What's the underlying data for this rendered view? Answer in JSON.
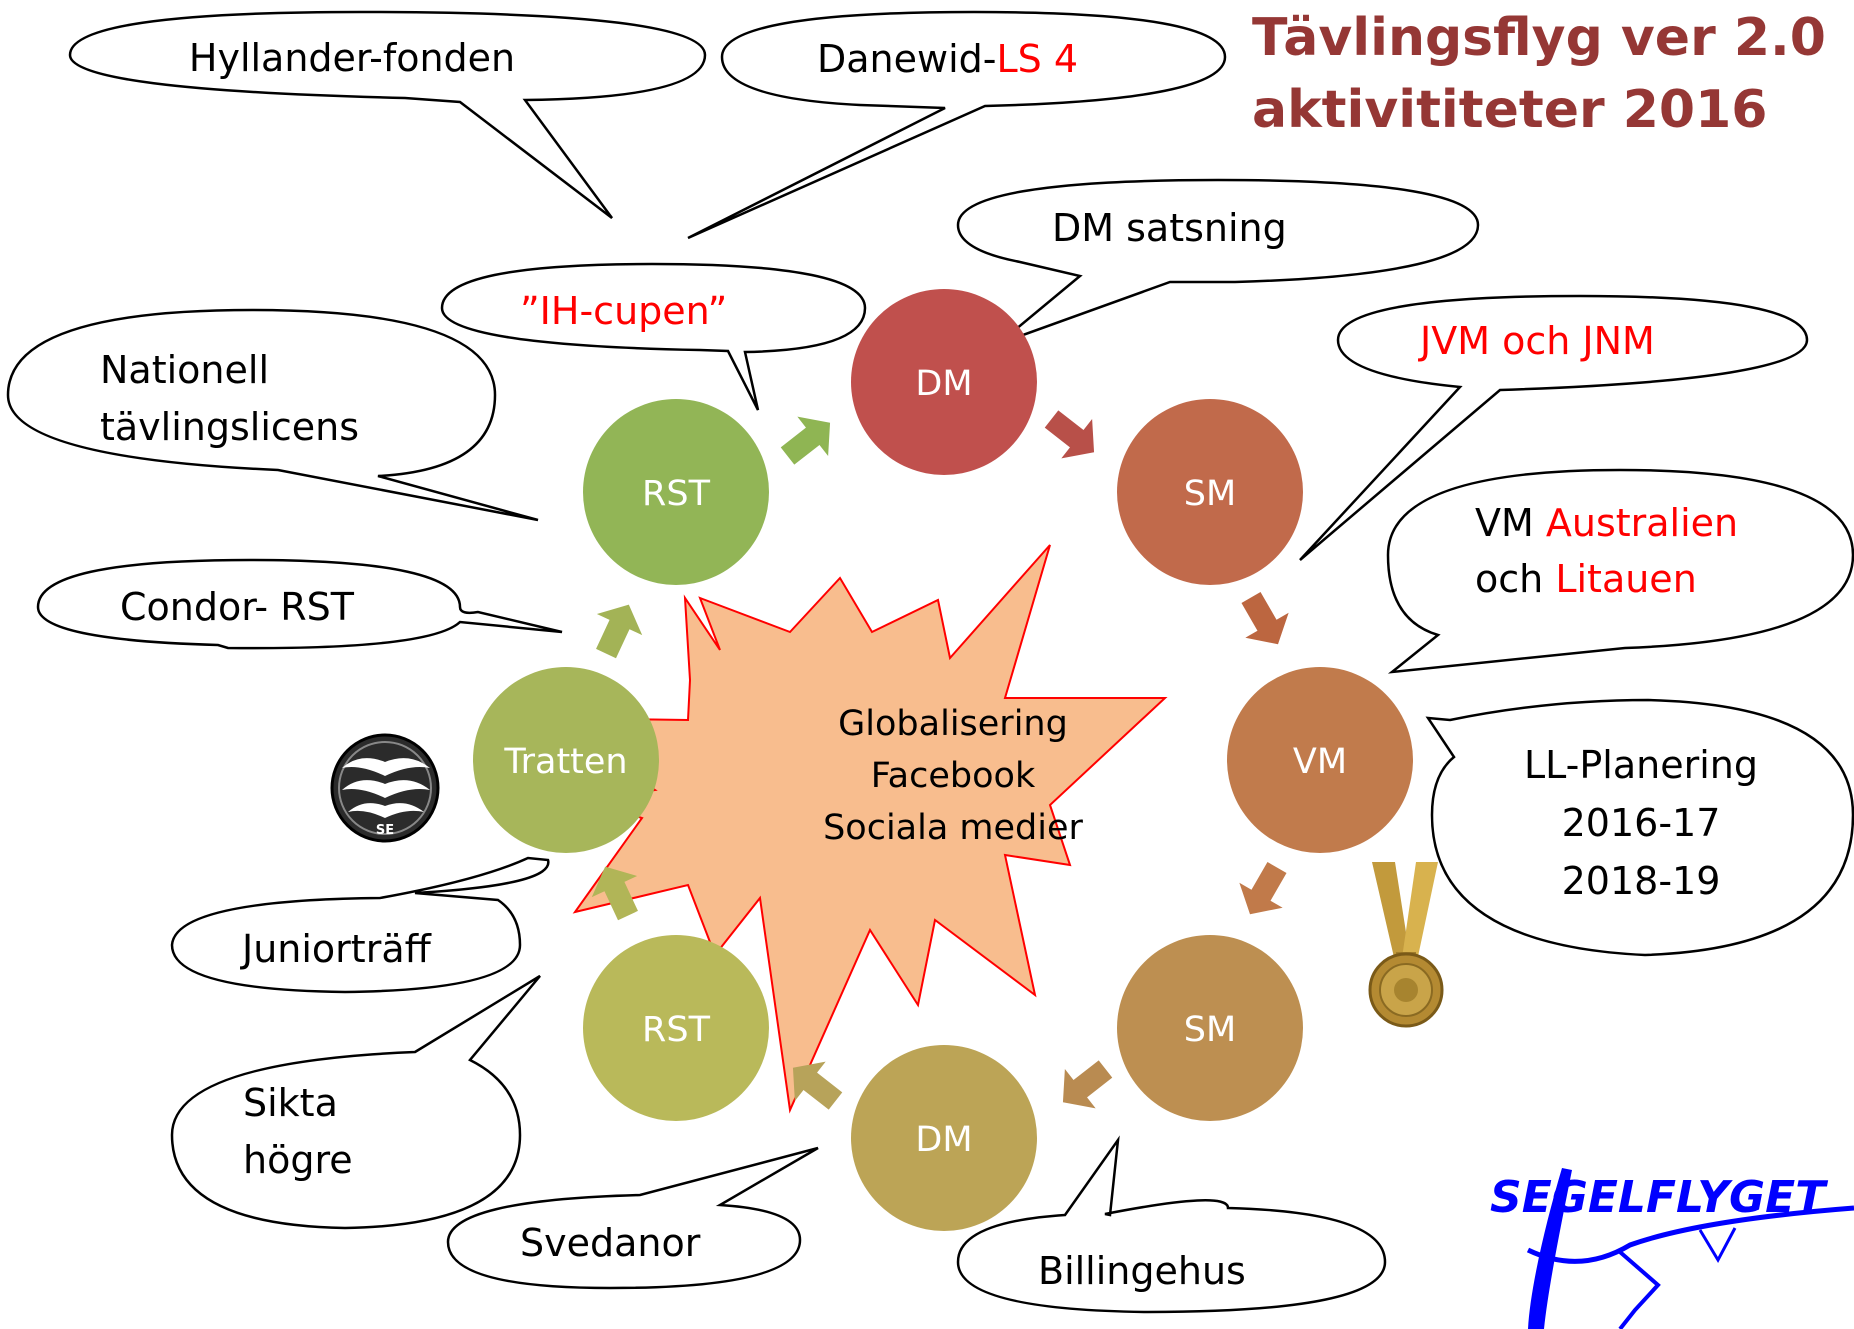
{
  "title": {
    "line1": "Tävlingsflyg ver 2.0",
    "line2": "aktivititeter 2016"
  },
  "cycle_nodes": [
    {
      "label": "DM"
    },
    {
      "label": "SM"
    },
    {
      "label": "VM"
    },
    {
      "label": "SM"
    },
    {
      "label": "DM"
    },
    {
      "label": "RST"
    },
    {
      "label": "Tratten"
    },
    {
      "label": "RST"
    }
  ],
  "center": {
    "line1": "Globalisering",
    "line2": "Facebook",
    "line3": "Sociala medier"
  },
  "callouts": {
    "hyllander": "Hyllander-fonden",
    "danewid_prefix": "Danewid-",
    "danewid_highlight": "LS 4",
    "ih_cupen": "”IH-cupen”",
    "dm_satsning": "DM satsning",
    "jvm_jnm": "JVM och JNM",
    "nationell_line1": "Nationell",
    "nationell_line2": "tävlingslicens",
    "vm_prefix": "VM ",
    "vm_highlight1": "Australien",
    "vm_och": "och ",
    "vm_highlight2": "Litauen",
    "condor": "Condor- RST",
    "ll_line1": "LL-Planering",
    "ll_line2": "2016-17",
    "ll_line3": "2018-19",
    "juniortraff": "Juniorträff",
    "sikta_line1": "Sikta",
    "sikta_line2": "högre",
    "svedanor": "Svedanor",
    "billingehus": "Billingehus"
  },
  "logos": {
    "se_badge": "SE",
    "segelflyget": "SEGELFLYGET"
  },
  "colors": {
    "title": "#953735",
    "highlight_text": "#ff0000",
    "center_fill": "#f8bd8e",
    "center_stroke": "#ff0000"
  }
}
